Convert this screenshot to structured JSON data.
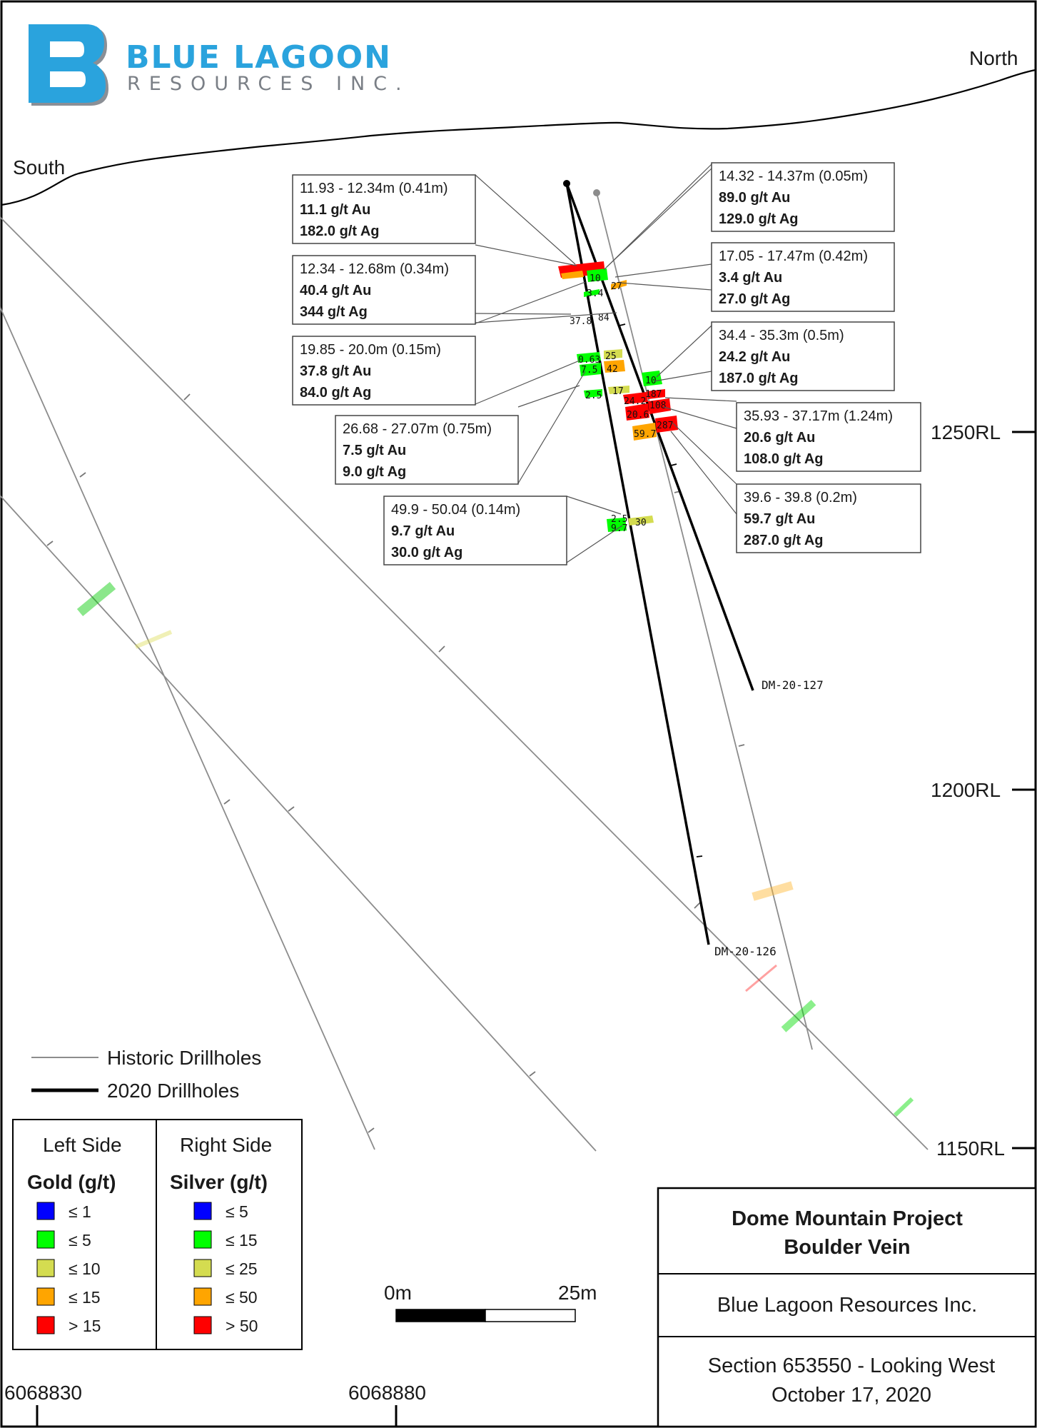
{
  "logo": {
    "name": "BLUE LAGOON",
    "sub": "RESOURCES INC.",
    "mark": "B",
    "color": "#2aa3dd"
  },
  "directions": {
    "left": "South",
    "right": "North"
  },
  "elevations": [
    "1250RL",
    "1200RL",
    "1150RL"
  ],
  "eastings": [
    "6068830",
    "6068880"
  ],
  "holes": [
    {
      "id": "DM-20-127",
      "type": "2020"
    },
    {
      "id": "DM-20-126",
      "type": "2020"
    }
  ],
  "callouts": [
    {
      "interval": "11.93 - 12.34m (0.41m)",
      "au": "11.1 g/t Au",
      "ag": "182.0 g/t Ag"
    },
    {
      "interval": "12.34 - 12.68m (0.34m)",
      "au": "40.4 g/t Au",
      "ag": "344 g/t Ag"
    },
    {
      "interval": "19.85 - 20.0m (0.15m)",
      "au": "37.8 g/t Au",
      "ag": "84.0 g/t Ag"
    },
    {
      "interval": "26.68 - 27.07m (0.75m)",
      "au": "7.5 g/t Au",
      "ag": "9.0 g/t Ag"
    },
    {
      "interval": "49.9 - 50.04 (0.14m)",
      "au": "9.7 g/t Au",
      "ag": "30.0 g/t Ag"
    },
    {
      "interval": "14.32 - 14.37m (0.05m)",
      "au": "89.0 g/t Au",
      "ag": "129.0 g/t Ag"
    },
    {
      "interval": "17.05 - 17.47m (0.42m)",
      "au": "3.4 g/t Au",
      "ag": "27.0 g/t Ag"
    },
    {
      "interval": "34.4 - 35.3m (0.5m)",
      "au": "24.2 g/t Au",
      "ag": "187.0 g/t Ag"
    },
    {
      "interval": "35.93 - 37.17m (1.24m)",
      "au": "20.6 g/t Au",
      "ag": "108.0 g/t Ag"
    },
    {
      "interval": "39.6 - 39.8 (0.2m)",
      "au": "59.7 g/t Au",
      "ag": "287.0 g/t Ag"
    }
  ],
  "assay_labels": [
    "10",
    "3.4",
    "27",
    "37.8",
    "84",
    "0.63",
    "25",
    "7.5",
    "42",
    "2.5",
    "17",
    "10",
    "24.2",
    "187",
    "20.6",
    "108",
    "59.7",
    "287",
    "2.5",
    "9.7",
    "30"
  ],
  "legend": {
    "historic": "Historic Drillholes",
    "current": "2020 Drillholes",
    "left_title": "Left Side",
    "right_title": "Right Side",
    "gold_title": "Gold (g/t)",
    "silver_title": "Silver (g/t)",
    "gold": [
      {
        "label": "≤ 1",
        "color": "#0000ff"
      },
      {
        "label": "≤ 5",
        "color": "#00ff00"
      },
      {
        "label": "≤ 10",
        "color": "#d4dc50"
      },
      {
        "label": "≤ 15",
        "color": "#ffa500"
      },
      {
        "label": "> 15",
        "color": "#ff0000"
      }
    ],
    "silver": [
      {
        "label": "≤ 5",
        "color": "#0000ff"
      },
      {
        "label": "≤ 15",
        "color": "#00ff00"
      },
      {
        "label": "≤ 25",
        "color": "#d4dc50"
      },
      {
        "label": "≤ 50",
        "color": "#ffa500"
      },
      {
        "label": "> 50",
        "color": "#ff0000"
      }
    ]
  },
  "scale": {
    "start": "0m",
    "end": "25m"
  },
  "title_block": {
    "project": "Dome Mountain Project",
    "vein": "Boulder Vein",
    "company": "Blue Lagoon Resources Inc.",
    "section": "Section 653550 - Looking West",
    "date": "October 17, 2020"
  }
}
